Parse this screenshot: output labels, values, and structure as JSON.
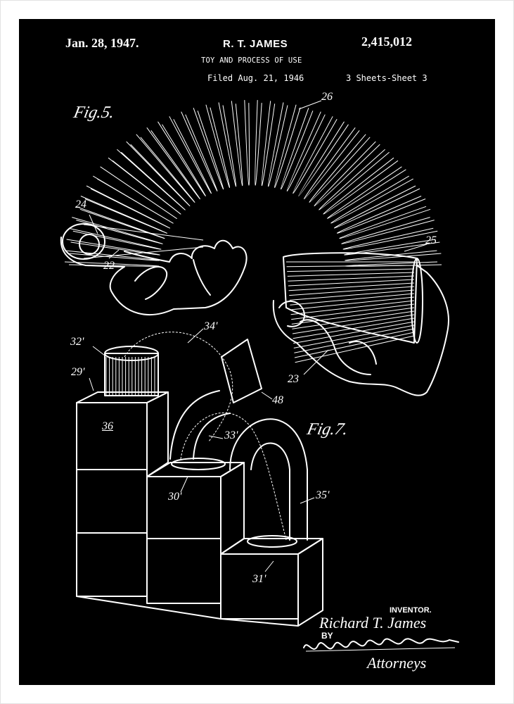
{
  "header": {
    "date": "Jan. 28, 1947.",
    "inventor": "R. T. JAMES",
    "patent_number": "2,415,012",
    "title": "TOY AND PROCESS OF USE",
    "filed": "Filed Aug. 21, 1946",
    "sheets": "3 Sheets-Sheet 3"
  },
  "figures": {
    "fig5": "Fig.5.",
    "fig7": "Fig.7."
  },
  "refs": {
    "r26": "26",
    "r24": "24",
    "r22": "22",
    "r25": "25",
    "r23": "23",
    "r32": "32'",
    "r29": "29'",
    "r34": "34'",
    "r48": "48",
    "r36": "36",
    "r33": "33'",
    "r30": "30'",
    "r35": "35'",
    "r31": "31'"
  },
  "signature": {
    "inventor_label": "INVENTOR.",
    "inventor_name": "Richard T. James",
    "by": "BY",
    "attorneys": "Attorneys"
  },
  "colors": {
    "background": "#000000",
    "ink": "#ffffff",
    "frame": "#ffffff"
  }
}
